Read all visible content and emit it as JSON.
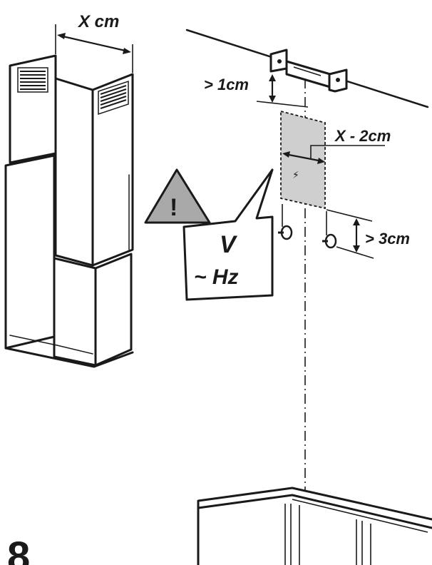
{
  "labels": {
    "chimney_width": "X cm",
    "bracket_gap": "> 1cm",
    "socket_width": "X - 2cm",
    "screw_gap": "> 3cm",
    "voltage": "V",
    "frequency": "~ Hz",
    "warning_mark": "!",
    "figure_number": "8"
  },
  "colors": {
    "line": "#1a1a1a",
    "socket_fill": "#cfcfcf",
    "warning_fill": "#a9a9a9"
  },
  "icons": {
    "warning": "warning-triangle-icon",
    "socket": "lightning-icon",
    "screws": "screw-icon"
  }
}
